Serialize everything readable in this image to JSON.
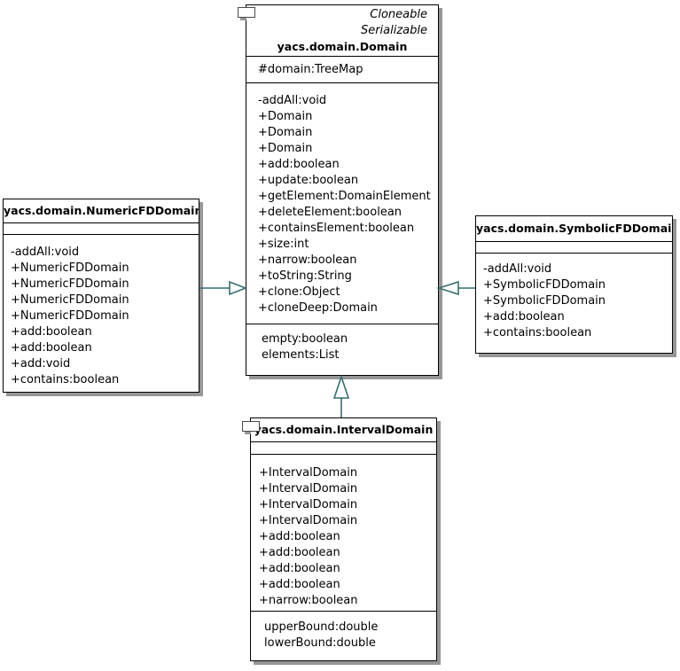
{
  "colors": {
    "background": "#ffffff",
    "box_fill": "#ffffff",
    "box_border": "#000000",
    "box_shadow": "#969696",
    "edge": "#336f6f",
    "text": "#000000"
  },
  "classes": {
    "domain": {
      "stereotypes": [
        "Cloneable",
        "Serializable"
      ],
      "title": "yacs.domain.Domain",
      "attributes": [
        "#domain:TreeMap"
      ],
      "methods": [
        "-addAll:void",
        "+Domain",
        "+Domain",
        "+Domain",
        "+add:boolean",
        "+update:boolean",
        "+getElement:DomainElement",
        "+deleteElement:boolean",
        "+containsElement:boolean",
        "+size:int",
        "+narrow:boolean",
        "+toString:String",
        "+clone:Object",
        "+cloneDeep:Domain"
      ],
      "properties": [
        "empty:boolean",
        "elements:List"
      ]
    },
    "numeric": {
      "stereotypes": [],
      "title": "yacs.domain.NumericFDDomain",
      "attributes": [],
      "methods": [
        "-addAll:void",
        "+NumericFDDomain",
        "+NumericFDDomain",
        "+NumericFDDomain",
        "+NumericFDDomain",
        "+add:boolean",
        "+add:boolean",
        "+add:void",
        "+contains:boolean"
      ],
      "properties": []
    },
    "symbolic": {
      "stereotypes": [],
      "title": "yacs.domain.SymbolicFDDomain",
      "attributes": [],
      "methods": [
        "-addAll:void",
        "+SymbolicFDDomain",
        "+SymbolicFDDomain",
        "+add:boolean",
        "+contains:boolean"
      ],
      "properties": []
    },
    "interval": {
      "stereotypes": [],
      "title": "yacs.domain.IntervalDomain",
      "attributes": [],
      "methods": [
        "+IntervalDomain",
        "+IntervalDomain",
        "+IntervalDomain",
        "+IntervalDomain",
        "+add:boolean",
        "+add:boolean",
        "+add:boolean",
        "+add:boolean",
        "+narrow:boolean"
      ],
      "properties": [
        "upperBound:double",
        "lowerBound:double"
      ]
    }
  },
  "edges": [
    {
      "type": "generalization",
      "from": "yacs.domain.NumericFDDomain",
      "to": "yacs.domain.Domain"
    },
    {
      "type": "generalization",
      "from": "yacs.domain.SymbolicFDDomain",
      "to": "yacs.domain.Domain"
    },
    {
      "type": "generalization",
      "from": "yacs.domain.IntervalDomain",
      "to": "yacs.domain.Domain"
    }
  ]
}
